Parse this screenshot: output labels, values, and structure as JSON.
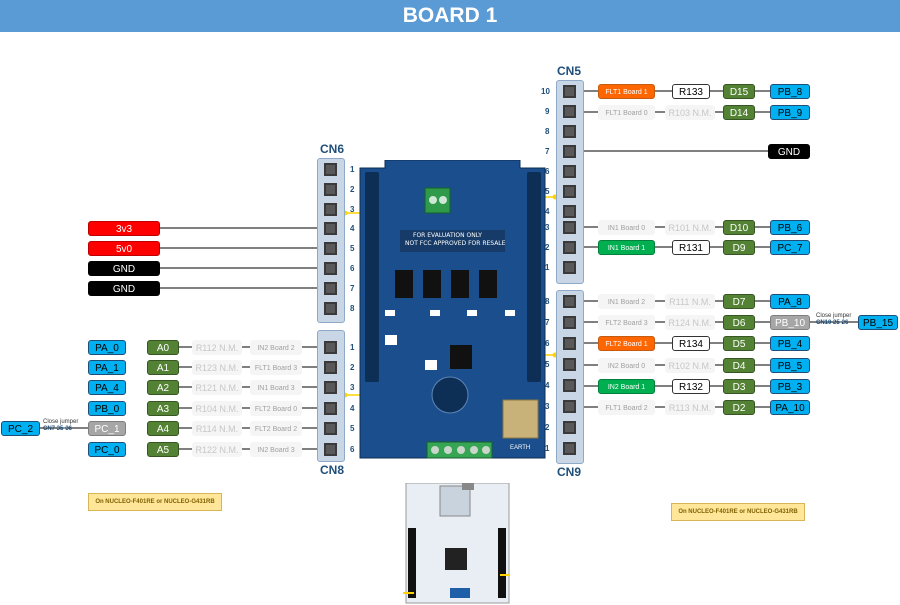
{
  "title": "BOARD 1",
  "headers": {
    "cn5": "CN5",
    "cn6": "CN6",
    "cn8": "CN8",
    "cn9": "CN9"
  },
  "pins": {
    "cn5": [
      "10",
      "9",
      "8",
      "7",
      "6",
      "5",
      "4",
      "3",
      "2",
      "1"
    ],
    "cn6": [
      "1",
      "2",
      "3",
      "4",
      "5",
      "6",
      "7",
      "8"
    ],
    "cn8": [
      "1",
      "2",
      "3",
      "4",
      "5",
      "6"
    ],
    "cn9": [
      "8",
      "7",
      "6",
      "5",
      "4",
      "3",
      "2",
      "1"
    ]
  },
  "cn6_labels": [
    "3v3",
    "5v0",
    "GND",
    "GND"
  ],
  "cn8_rows": [
    {
      "pin": "PA_0",
      "ard": "A0",
      "res": "R112 N.M.",
      "sig": "IN2 Board 2"
    },
    {
      "pin": "PA_1",
      "ard": "A1",
      "res": "R123 N.M.",
      "sig": "FLT1 Board 3"
    },
    {
      "pin": "PA_4",
      "ard": "A2",
      "res": "R121 N.M.",
      "sig": "IN1 Board 3"
    },
    {
      "pin": "PB_0",
      "ard": "A3",
      "res": "R104 N.M.",
      "sig": "FLT2 Board 0"
    },
    {
      "pin": "PC_1",
      "ard": "A4",
      "res": "R114 N.M.",
      "sig": "FLT2 Board 2"
    },
    {
      "pin": "PC_0",
      "ard": "A5",
      "res": "R122 N.M.",
      "sig": "IN2 Board 3"
    }
  ],
  "cn8_jumper": {
    "pin": "PC_2",
    "line1": "Close jumper",
    "line2": "CN7 35-36"
  },
  "cn5_rows": [
    {
      "sig": "FLT1 Board 1",
      "res": "R133",
      "ard": "D15",
      "pin": "PB_8"
    },
    {
      "sig": "FLT1 Board 0",
      "res": "R103 N.M.",
      "ard": "D14",
      "pin": "PB_9"
    },
    {
      "gnd": "GND"
    },
    {
      "sig": "IN1 Board 0",
      "res": "R101 N.M.",
      "ard": "D10",
      "pin": "PB_6"
    },
    {
      "sig": "IN1 Board 1",
      "res": "R131",
      "ard": "D9",
      "pin": "PC_7"
    }
  ],
  "cn9_rows": [
    {
      "sig": "IN1 Board 2",
      "res": "R111 N.M.",
      "ard": "D7",
      "pin": "PA_8"
    },
    {
      "sig": "FLT2 Board 3",
      "res": "R124 N.M.",
      "ard": "D6",
      "pin": "PB_10"
    },
    {
      "sig": "FLT2 Board 1",
      "res": "R134",
      "ard": "D5",
      "pin": "PB_4"
    },
    {
      "sig": "IN2 Board 0",
      "res": "R102 N.M.",
      "ard": "D4",
      "pin": "PB_5"
    },
    {
      "sig": "IN2 Board 1",
      "res": "R132",
      "ard": "D3",
      "pin": "PB_3"
    },
    {
      "sig": "FLT1 Board 2",
      "res": "R113 N.M.",
      "ard": "D2",
      "pin": "PA_10"
    }
  ],
  "cn9_jumper": {
    "pin": "PB_15",
    "line1": "Close jumper",
    "line2": "CN10 25-26"
  },
  "board_text": {
    "eval1": "FOR EVALUATION ONLY",
    "eval2": "NOT FCC APPROVED FOR RESALE",
    "earth": "EARTH"
  },
  "notes": {
    "left": "On NUCLEO-F401RE or NUCLEO-G431RB",
    "right": "On NUCLEO-F401RE or NUCLEO-G431RB"
  },
  "colors": {
    "title_bar": "#5b9bd5",
    "pcb": "#1a4e8c",
    "stm_pin": "#00b0f0",
    "arduino": "#548235",
    "fault": "#ff6600",
    "input": "#00b050",
    "power": "#ff0000",
    "ground": "#000000"
  }
}
